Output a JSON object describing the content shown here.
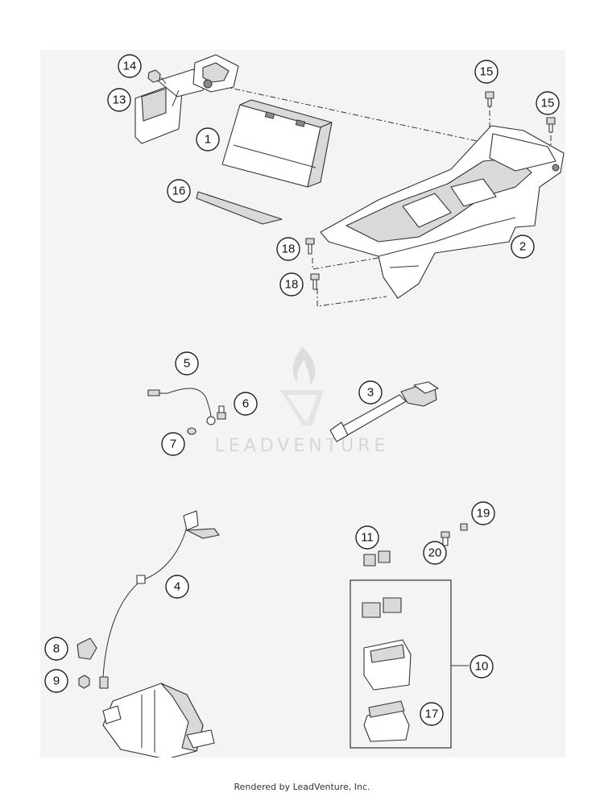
{
  "callouts": {
    "c1": "1",
    "c2": "2",
    "c3": "3",
    "c4": "4",
    "c5": "5",
    "c6": "6",
    "c7": "7",
    "c8": "8",
    "c9": "9",
    "c10": "10",
    "c11": "11",
    "c13": "13",
    "c14": "14",
    "c15a": "15",
    "c15b": "15",
    "c16": "16",
    "c17": "17",
    "c18a": "18",
    "c18b": "18",
    "c19": "19",
    "c20": "20"
  },
  "watermark": {
    "text": "LEADVENTURE"
  },
  "footer": {
    "text": "Rendered by LeadVenture, Inc."
  },
  "colors": {
    "panel": "#f4f4f4",
    "line": "#333333",
    "watermark": "#d6d6d6"
  }
}
